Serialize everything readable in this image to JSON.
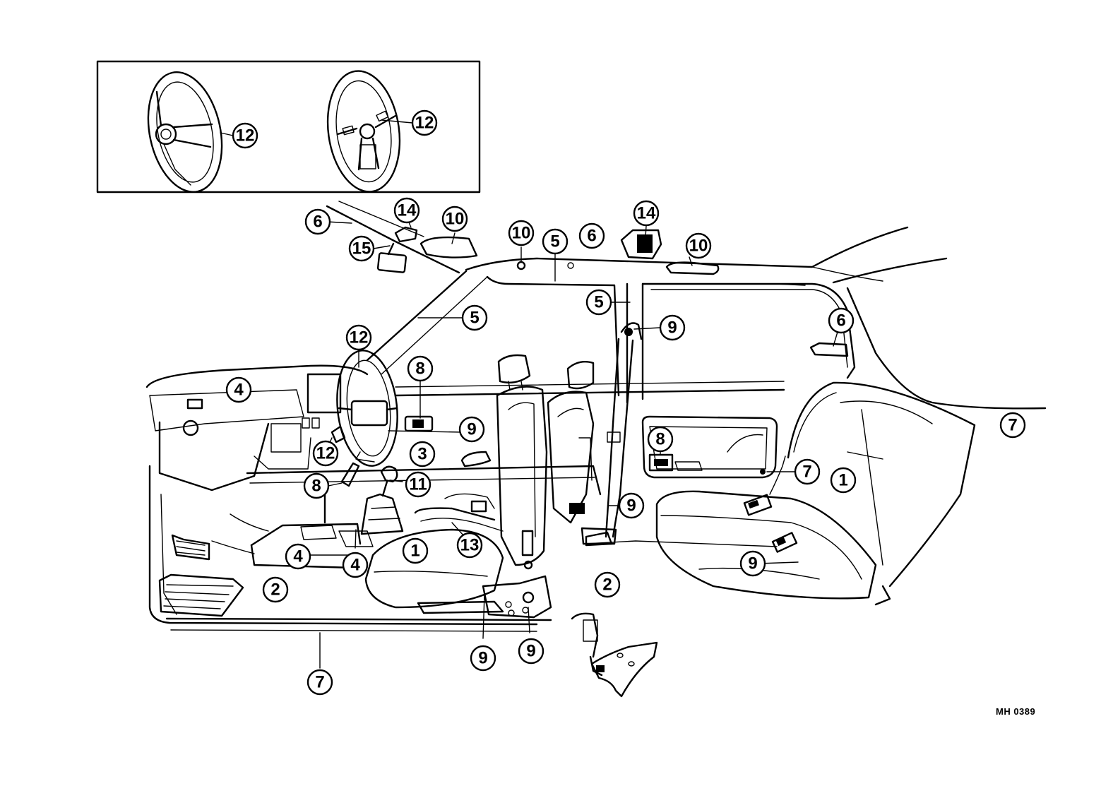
{
  "diagram": {
    "reference_code": "MH 0389",
    "inset_steering_wheels": {
      "variant_left": {
        "callout": "12"
      },
      "variant_right": {
        "callout": "12"
      }
    },
    "callouts": {
      "c1a": "1",
      "c1b": "1",
      "c2a": "2",
      "c2b": "2",
      "c3": "3",
      "c4a": "4",
      "c4b": "4",
      "c4c": "4",
      "c5a": "5",
      "c5b": "5",
      "c5c": "5",
      "c6a": "6",
      "c6b": "6",
      "c6c": "6",
      "c7a": "7",
      "c7b": "7",
      "c7c": "7",
      "c8a": "8",
      "c8b": "8",
      "c8c": "8",
      "c9a": "9",
      "c9b": "9",
      "c9c": "9",
      "c9d": "9",
      "c9e": "9",
      "c9f": "9",
      "c10a": "10",
      "c10b": "10",
      "c10c": "10",
      "c11": "11",
      "c12a": "12",
      "c12b": "12",
      "c13": "13",
      "c14a": "14",
      "c14b": "14",
      "c15": "15"
    }
  }
}
